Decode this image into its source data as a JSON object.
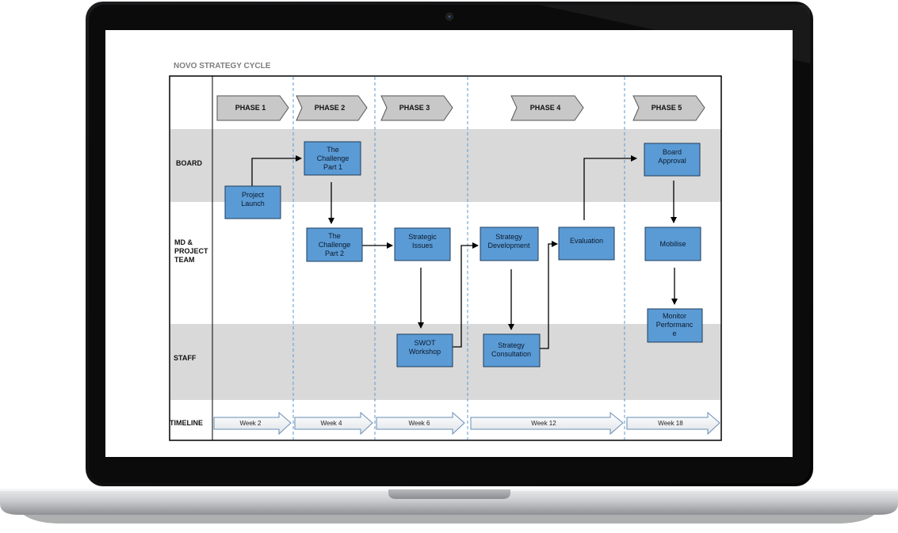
{
  "title": "NOVO STRATEGY CYCLE",
  "lanes": [
    {
      "label_lines": [
        "BOARD"
      ]
    },
    {
      "label_lines": [
        "MD &",
        "PROJECT",
        "TEAM"
      ]
    },
    {
      "label_lines": [
        "STAFF"
      ]
    },
    {
      "label_lines": [
        "TIMELINE"
      ]
    }
  ],
  "phases": [
    "PHASE 1",
    "PHASE 2",
    "PHASE 3",
    "PHASE 4",
    "PHASE 5"
  ],
  "boxes": [
    {
      "id": "project-launch",
      "lines": [
        "Project",
        "Launch"
      ]
    },
    {
      "id": "challenge-part-1",
      "lines": [
        "The",
        "Challenge",
        "Part 1"
      ]
    },
    {
      "id": "challenge-part-2",
      "lines": [
        "The",
        "Challenge",
        "Part 2"
      ]
    },
    {
      "id": "strategic-issues",
      "lines": [
        "Strategic",
        "Issues"
      ]
    },
    {
      "id": "swot-workshop",
      "lines": [
        "SWOT",
        "Workshop"
      ]
    },
    {
      "id": "strategy-development",
      "lines": [
        "Strategy",
        "Development"
      ]
    },
    {
      "id": "strategy-consultation",
      "lines": [
        "Strategy",
        "Consultation"
      ]
    },
    {
      "id": "evaluation",
      "lines": [
        "Evaluation"
      ]
    },
    {
      "id": "board-approval",
      "lines": [
        "Board",
        "Approval"
      ]
    },
    {
      "id": "mobilise",
      "lines": [
        "Mobilise"
      ]
    },
    {
      "id": "monitor-performance",
      "lines": [
        "Monitor",
        "Performanc",
        "e"
      ]
    }
  ],
  "timeline": [
    "Week 2",
    "Week 4",
    "Week 6",
    "Week 12",
    "Week 18"
  ],
  "colors": {
    "box_fill": "#5b9bd5",
    "lane_shade": "#d9d9d9",
    "phase_fill": "#c8c8c8",
    "divider": "#5b9bd5"
  }
}
